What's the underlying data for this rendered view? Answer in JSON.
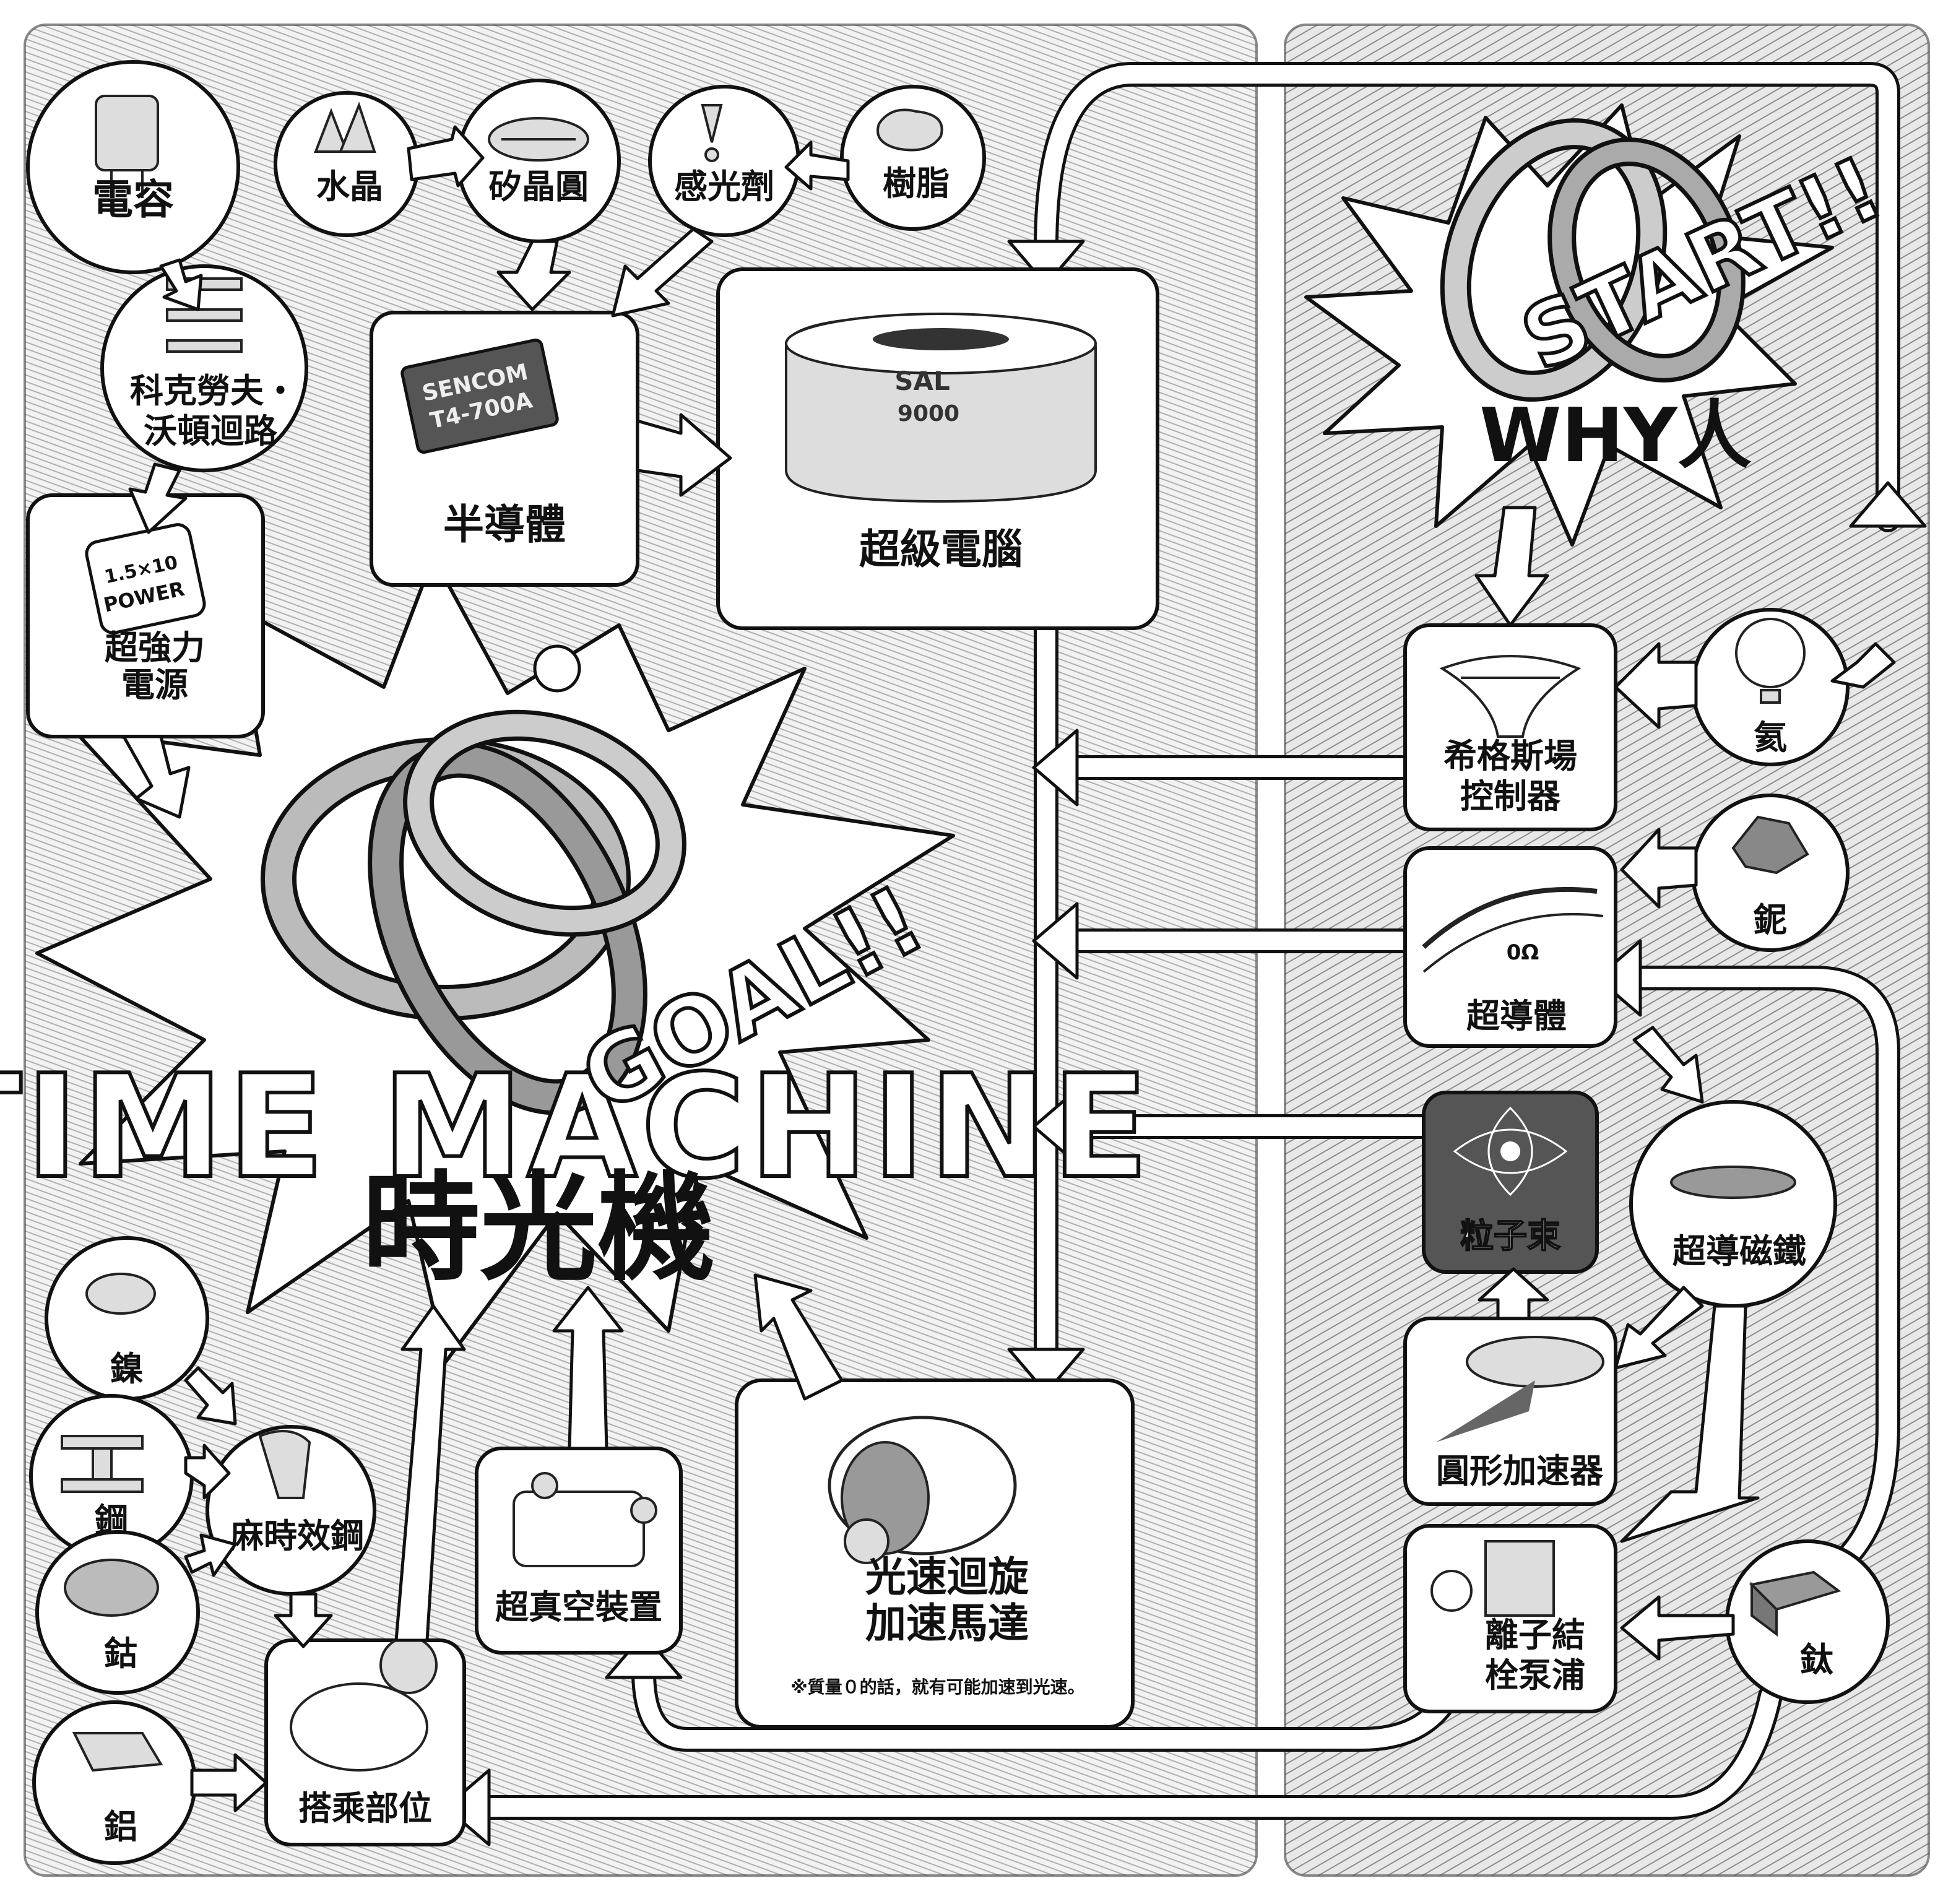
{
  "left_panel": {
    "goal_banner": "GOAL!!",
    "time_machine_en": "TIME MACHINE",
    "time_machine_zh": "時光機",
    "nodes": {
      "capacitor": "電容",
      "quartz": "水晶",
      "wafer": "矽晶圓",
      "photoresist": "感光劑",
      "resin": "樹脂",
      "cockcroft_line1": "科克勞夫・",
      "cockcroft_line2": "沃頓迴路",
      "semiconductor": "半導體",
      "chip_text_line1": "SENCOM",
      "chip_text_line2": "T4-700A",
      "supercomputer": "超級電腦",
      "supercomputer_text_line1": "SAL",
      "supercomputer_text_line2": "9000",
      "power_line1": "超強力",
      "power_line2": "電源",
      "power_can_line1": "1.5×10",
      "power_can_line2": "POWER",
      "nickel": "鎳",
      "steel": "鋼",
      "maraging_steel": "麻時效鋼",
      "cobalt": "鈷",
      "aluminum": "鋁",
      "cockpit": "搭乘部位",
      "ultra_vacuum": "超真空裝置",
      "motor_line1": "光速迴旋",
      "motor_line2": "加速馬達",
      "motor_note": "※質量０的話，就有可能加速到光速。"
    }
  },
  "right_panel": {
    "start_banner": "START!!",
    "why_label": "WHY人",
    "nodes": {
      "higgs_line1": "希格斯場",
      "higgs_line2": "控制器",
      "helium": "氦",
      "niobium": "鈮",
      "superconductor": "超導體",
      "superconductor_mark": "0Ω",
      "particle_beam": "粒子束",
      "sc_magnet": "超導磁鐵",
      "cyclotron": "圓形加速器",
      "ion_pump_line1": "離子結",
      "ion_pump_line2": "栓泵浦",
      "titanium": "鈦"
    }
  },
  "icons": [
    "capacitor-icon",
    "quartz-crystal-icon",
    "wafer-icon",
    "dropper-icon",
    "resin-icon",
    "voltage-multiplier-icon",
    "chip-icon",
    "supercomputer-icon",
    "power-can-icon",
    "time-machine-knot-icon",
    "nickel-nugget-icon",
    "steel-beam-icon",
    "bone-steel-icon",
    "cobalt-ore-icon",
    "aluminum-foil-icon",
    "cockpit-pod-icon",
    "vacuum-tank-icon",
    "motor-wheel-icon",
    "start-ring-icon",
    "higgs-funnel-icon",
    "balloon-icon",
    "niobium-crystal-icon",
    "superconductor-ring-icon",
    "particle-burst-icon",
    "magnet-disc-icon",
    "accelerator-icon",
    "pump-icon",
    "titanium-block-icon"
  ]
}
